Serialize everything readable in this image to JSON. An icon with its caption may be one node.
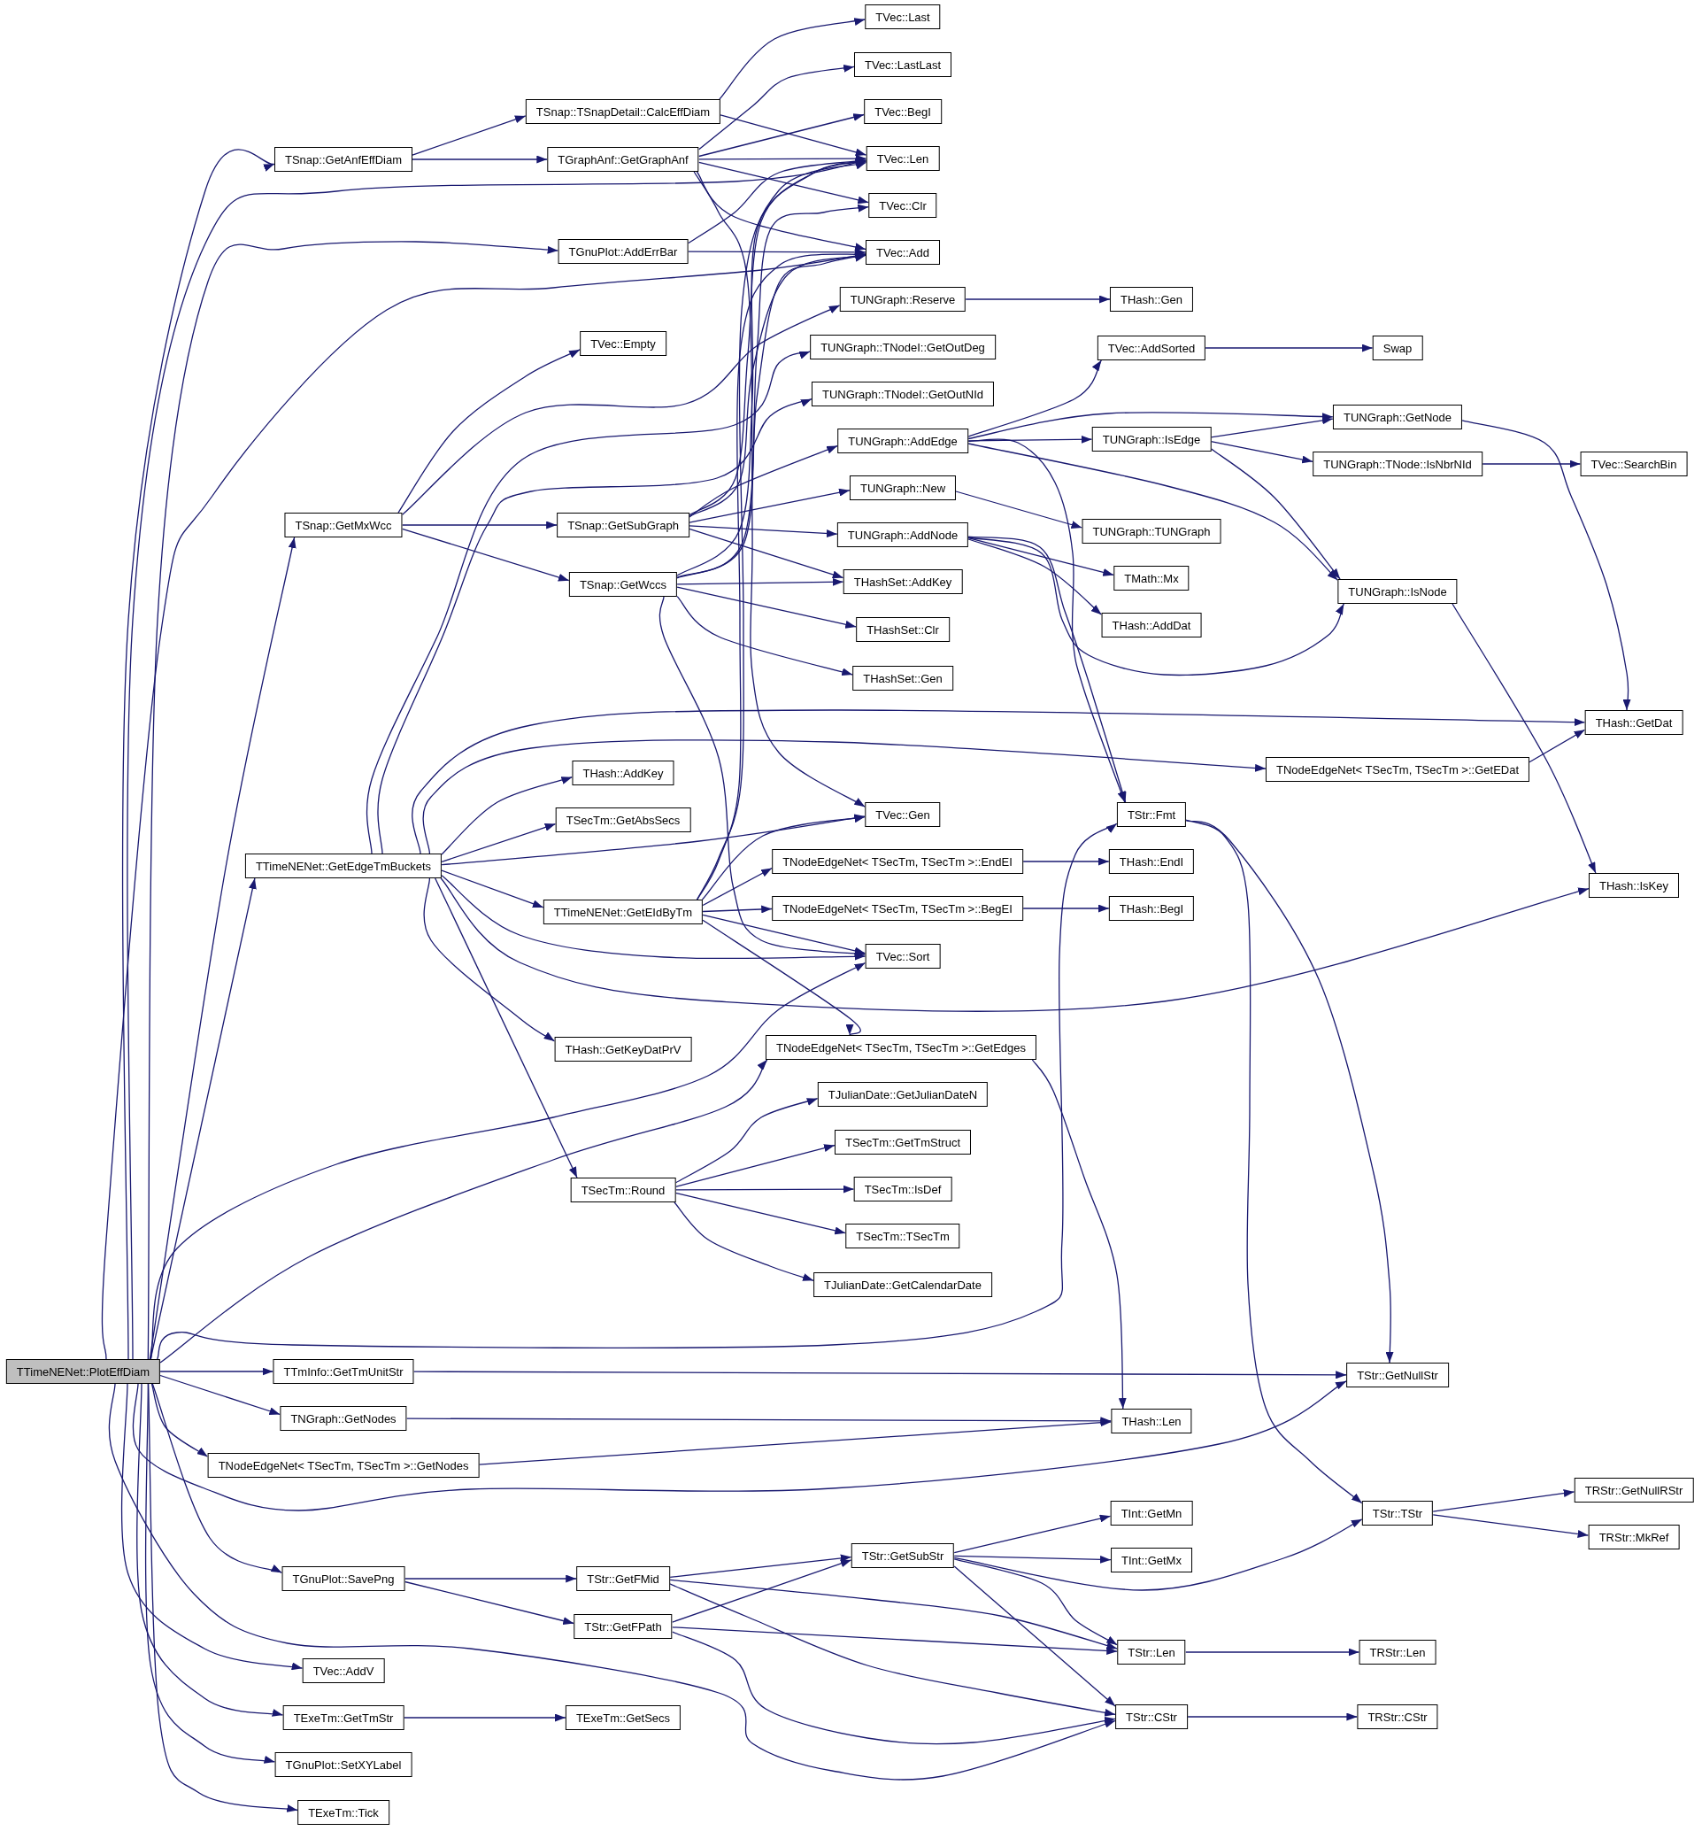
{
  "diagram": {
    "nodes": [
      {
        "text": [
          "TTimeNENet::PlotEffDiam"
        ]
      },
      {
        "text": [
          "TSnap::GetAnfEffDiam"
        ]
      },
      {
        "text": [
          "TSnap::GetMxWcc"
        ]
      },
      {
        "text": [
          "TTimeNENet::GetEdgeTmBuckets"
        ]
      },
      {
        "text": [
          "TTmInfo::GetTmUnitStr"
        ]
      },
      {
        "text": [
          "TNGraph::GetNodes"
        ]
      },
      {
        "text": [
          "TNodeEdgeNet< TSecTm, TSecTm >::GetNodes"
        ]
      },
      {
        "text": [
          "TGnuPlot::SavePng"
        ]
      },
      {
        "text": [
          "TVec::AddV"
        ]
      },
      {
        "text": [
          "TExeTm::GetTmStr"
        ]
      },
      {
        "text": [
          "TGnuPlot::SetXYLabel"
        ]
      },
      {
        "text": [
          "TExeTm::Tick"
        ]
      },
      {
        "text": [
          "TSnap::TSnapDetail::CalcEffDiam"
        ]
      },
      {
        "text": [
          "TGraphAnf::GetGraphAnf"
        ]
      },
      {
        "text": [
          "TGnuPlot::AddErrBar"
        ]
      },
      {
        "text": [
          "TVec::Empty"
        ]
      },
      {
        "text": [
          "TSnap::GetSubGraph"
        ]
      },
      {
        "text": [
          "TSnap::GetWccs"
        ]
      },
      {
        "text": [
          "THash::AddKey"
        ]
      },
      {
        "text": [
          "TSecTm::GetAbsSecs"
        ]
      },
      {
        "text": [
          "TTimeNENet::GetEIdByTm"
        ]
      },
      {
        "text": [
          "THash::GetKeyDatPrV"
        ]
      },
      {
        "text": [
          "TSecTm::Round"
        ]
      },
      {
        "text": [
          "TStr::GetFMid"
        ]
      },
      {
        "text": [
          "TStr::GetFPath"
        ]
      },
      {
        "text": [
          "TExeTm::GetSecs"
        ]
      },
      {
        "text": [
          "TVec::Last"
        ]
      },
      {
        "text": [
          "TVec::LastLast"
        ]
      },
      {
        "text": [
          "TVec::BegI"
        ]
      },
      {
        "text": [
          "TVec::Len"
        ]
      },
      {
        "text": [
          "TVec::Clr"
        ]
      },
      {
        "text": [
          "TVec::Add"
        ]
      },
      {
        "text": [
          "TUNGraph::Reserve"
        ]
      },
      {
        "text": [
          "TUNGraph::TNodeI::GetOutDeg"
        ]
      },
      {
        "text": [
          "TUNGraph::TNodeI::GetOutNId"
        ]
      },
      {
        "text": [
          "TUNGraph::AddEdge"
        ]
      },
      {
        "text": [
          "TUNGraph::New"
        ]
      },
      {
        "text": [
          "TUNGraph::AddNode"
        ]
      },
      {
        "text": [
          "THashSet::AddKey"
        ]
      },
      {
        "text": [
          "THashSet::Clr"
        ]
      },
      {
        "text": [
          "THashSet::Gen"
        ]
      },
      {
        "text": [
          "TVec::Gen"
        ]
      },
      {
        "text": [
          "TNodeEdgeNet< TSecTm, TSecTm >::EndEI"
        ]
      },
      {
        "text": [
          "TNodeEdgeNet< TSecTm, TSecTm >::BegEI"
        ]
      },
      {
        "text": [
          "TVec::Sort"
        ]
      },
      {
        "text": [
          "TNodeEdgeNet< TSecTm, TSecTm >::GetEdges"
        ]
      },
      {
        "text": [
          "TJulianDate::GetJulianDateN"
        ]
      },
      {
        "text": [
          "TSecTm::GetTmStruct"
        ]
      },
      {
        "text": [
          "TSecTm::IsDef"
        ]
      },
      {
        "text": [
          "TSecTm::TSecTm"
        ]
      },
      {
        "text": [
          "TJulianDate::GetCalendarDate"
        ]
      },
      {
        "text": [
          "TStr::GetSubStr"
        ]
      },
      {
        "text": [
          "THash::Gen"
        ]
      },
      {
        "text": [
          "TVec::AddSorted"
        ]
      },
      {
        "text": [
          "TUNGraph::IsEdge"
        ]
      },
      {
        "text": [
          "TUNGraph::TUNGraph"
        ]
      },
      {
        "text": [
          "TMath::Mx"
        ]
      },
      {
        "text": [
          "THash::AddDat"
        ]
      },
      {
        "text": [
          "TStr::Fmt"
        ]
      },
      {
        "text": [
          "THash::EndI"
        ]
      },
      {
        "text": [
          "THash::BegI"
        ]
      },
      {
        "text": [
          "THash::Len"
        ]
      },
      {
        "text": [
          "TInt::GetMn"
        ]
      },
      {
        "text": [
          "TInt::GetMx"
        ]
      },
      {
        "text": [
          "TStr::Len"
        ]
      },
      {
        "text": [
          "TStr::CStr"
        ]
      },
      {
        "text": [
          "Swap"
        ]
      },
      {
        "text": [
          "TUNGraph::GetNode"
        ]
      },
      {
        "text": [
          "TUNGraph::TNode::IsNbrNId"
        ]
      },
      {
        "text": [
          "TUNGraph::IsNode"
        ]
      },
      {
        "text": [
          "TNodeEdgeNet< TSecTm, TSecTm >::GetEDat"
        ]
      },
      {
        "text": [
          "TStr::GetNullStr"
        ]
      },
      {
        "text": [
          "TStr::TStr"
        ]
      },
      {
        "text": [
          "TRStr::Len"
        ]
      },
      {
        "text": [
          "TRStr::CStr"
        ]
      },
      {
        "text": [
          "TVec::SearchBin"
        ]
      },
      {
        "text": [
          "THash::GetDat"
        ]
      },
      {
        "text": [
          "THash::IsKey"
        ]
      },
      {
        "text": [
          "TRStr::GetNullRStr"
        ]
      },
      {
        "text": [
          "TRStr::MkRef"
        ]
      }
    ],
    "edges": [
      {
        "from": 0,
        "to": 1,
        "arrow": "to"
      },
      {
        "from": 0,
        "to": 29,
        "arrow": "to"
      },
      {
        "from": 0,
        "to": 14,
        "arrow": "to"
      },
      {
        "from": 0,
        "to": 31,
        "arrow": "to"
      },
      {
        "from": 0,
        "to": 2,
        "arrow": "to"
      },
      {
        "from": 0,
        "to": 3,
        "arrow": "to"
      },
      {
        "from": 0,
        "to": 44,
        "arrow": "to"
      },
      {
        "from": 0,
        "to": 45,
        "arrow": "to"
      },
      {
        "from": 0,
        "to": 58,
        "arrow": "to"
      },
      {
        "from": 0,
        "to": 4,
        "arrow": "to"
      },
      {
        "from": 0,
        "to": 5,
        "arrow": "to"
      },
      {
        "from": 0,
        "to": 6,
        "arrow": "to"
      },
      {
        "from": 0,
        "to": 71,
        "arrow": "to"
      },
      {
        "from": 0,
        "to": 7,
        "arrow": "to"
      },
      {
        "from": 0,
        "to": 65,
        "arrow": "to"
      },
      {
        "from": 0,
        "to": 8,
        "arrow": "to"
      },
      {
        "from": 0,
        "to": 9,
        "arrow": "to"
      },
      {
        "from": 0,
        "to": 10,
        "arrow": "to"
      },
      {
        "from": 0,
        "to": 11,
        "arrow": "to"
      },
      {
        "from": 1,
        "to": 12,
        "arrow": "to"
      },
      {
        "from": 1,
        "to": 13,
        "arrow": "to"
      },
      {
        "from": 2,
        "to": 15,
        "arrow": "to"
      },
      {
        "from": 2,
        "to": 32,
        "arrow": "to"
      },
      {
        "from": 2,
        "to": 16,
        "arrow": "to"
      },
      {
        "from": 2,
        "to": 17,
        "arrow": "to"
      },
      {
        "from": 3,
        "to": 33,
        "arrow": "to"
      },
      {
        "from": 3,
        "to": 34,
        "arrow": "to"
      },
      {
        "from": 3,
        "to": 76,
        "arrow": "to"
      },
      {
        "from": 3,
        "to": 70,
        "arrow": "to"
      },
      {
        "from": 3,
        "to": 18,
        "arrow": "to"
      },
      {
        "from": 3,
        "to": 19,
        "arrow": "to"
      },
      {
        "from": 3,
        "to": 41,
        "arrow": "to"
      },
      {
        "from": 3,
        "to": 20,
        "arrow": "to"
      },
      {
        "from": 3,
        "to": 44,
        "arrow": "to"
      },
      {
        "from": 3,
        "to": 77,
        "arrow": "to"
      },
      {
        "from": 3,
        "to": 21,
        "arrow": "to"
      },
      {
        "from": 3,
        "to": 22,
        "arrow": "to"
      },
      {
        "from": 4,
        "to": 71,
        "arrow": "to"
      },
      {
        "from": 5,
        "to": 61,
        "arrow": "to"
      },
      {
        "from": 6,
        "to": 61,
        "arrow": "to"
      },
      {
        "from": 7,
        "to": 23,
        "arrow": "to"
      },
      {
        "from": 7,
        "to": 24,
        "arrow": "to"
      },
      {
        "from": 9,
        "to": 25,
        "arrow": "to"
      },
      {
        "from": 12,
        "to": 26,
        "arrow": "to"
      },
      {
        "from": 12,
        "to": 29,
        "arrow": "to"
      },
      {
        "from": 13,
        "to": 27,
        "arrow": "to"
      },
      {
        "from": 13,
        "to": 28,
        "arrow": "to"
      },
      {
        "from": 13,
        "to": 29,
        "arrow": "to"
      },
      {
        "from": 13,
        "to": 30,
        "arrow": "to"
      },
      {
        "from": 13,
        "to": 31,
        "arrow": "to"
      },
      {
        "from": 13,
        "to": 41,
        "arrow": "to"
      },
      {
        "from": 14,
        "to": 29,
        "arrow": "to"
      },
      {
        "from": 14,
        "to": 31,
        "arrow": "to"
      },
      {
        "from": 16,
        "to": 29,
        "arrow": "to"
      },
      {
        "from": 16,
        "to": 31,
        "arrow": "to"
      },
      {
        "from": 16,
        "to": 35,
        "arrow": "to"
      },
      {
        "from": 16,
        "to": 36,
        "arrow": "to"
      },
      {
        "from": 16,
        "to": 37,
        "arrow": "to"
      },
      {
        "from": 16,
        "to": 38,
        "arrow": "to"
      },
      {
        "from": 17,
        "to": 29,
        "arrow": "to"
      },
      {
        "from": 17,
        "to": 30,
        "arrow": "to"
      },
      {
        "from": 17,
        "to": 31,
        "arrow": "to"
      },
      {
        "from": 17,
        "to": 38,
        "arrow": "to"
      },
      {
        "from": 17,
        "to": 39,
        "arrow": "to"
      },
      {
        "from": 17,
        "to": 40,
        "arrow": "to"
      },
      {
        "from": 17,
        "to": 44,
        "arrow": "to"
      },
      {
        "from": 20,
        "to": 29,
        "arrow": "to"
      },
      {
        "from": 20,
        "to": 31,
        "arrow": "to"
      },
      {
        "from": 20,
        "to": 41,
        "arrow": "to"
      },
      {
        "from": 20,
        "to": 42,
        "arrow": "to"
      },
      {
        "from": 20,
        "to": 43,
        "arrow": "to"
      },
      {
        "from": 20,
        "to": 44,
        "arrow": "to"
      },
      {
        "from": 20,
        "to": 45,
        "arrow": "to"
      },
      {
        "from": 22,
        "to": 46,
        "arrow": "to"
      },
      {
        "from": 22,
        "to": 47,
        "arrow": "to"
      },
      {
        "from": 22,
        "to": 48,
        "arrow": "to"
      },
      {
        "from": 22,
        "to": 49,
        "arrow": "to"
      },
      {
        "from": 22,
        "to": 50,
        "arrow": "to"
      },
      {
        "from": 23,
        "to": 51,
        "arrow": "to"
      },
      {
        "from": 23,
        "to": 64,
        "arrow": "to"
      },
      {
        "from": 23,
        "to": 65,
        "arrow": "to"
      },
      {
        "from": 24,
        "to": 51,
        "arrow": "to"
      },
      {
        "from": 24,
        "to": 64,
        "arrow": "to"
      },
      {
        "from": 24,
        "to": 65,
        "arrow": "to"
      },
      {
        "from": 32,
        "to": 52,
        "arrow": "to"
      },
      {
        "from": 35,
        "to": 53,
        "arrow": "to"
      },
      {
        "from": 35,
        "to": 67,
        "arrow": "to"
      },
      {
        "from": 35,
        "to": 54,
        "arrow": "to"
      },
      {
        "from": 35,
        "to": 69,
        "arrow": "to"
      },
      {
        "from": 35,
        "to": 58,
        "arrow": "to"
      },
      {
        "from": 36,
        "to": 55,
        "arrow": "to"
      },
      {
        "from": 37,
        "to": 56,
        "arrow": "to"
      },
      {
        "from": 37,
        "to": 57,
        "arrow": "to"
      },
      {
        "from": 37,
        "to": 69,
        "arrow": "to"
      },
      {
        "from": 37,
        "to": 58,
        "arrow": "to"
      },
      {
        "from": 42,
        "to": 59,
        "arrow": "to"
      },
      {
        "from": 43,
        "to": 60,
        "arrow": "to"
      },
      {
        "from": 45,
        "to": 61,
        "arrow": "to"
      },
      {
        "from": 51,
        "to": 62,
        "arrow": "to"
      },
      {
        "from": 51,
        "to": 63,
        "arrow": "to"
      },
      {
        "from": 51,
        "to": 64,
        "arrow": "to"
      },
      {
        "from": 51,
        "to": 65,
        "arrow": "to"
      },
      {
        "from": 51,
        "to": 72,
        "arrow": "to"
      },
      {
        "from": 53,
        "to": 66,
        "arrow": "to"
      },
      {
        "from": 54,
        "to": 67,
        "arrow": "to"
      },
      {
        "from": 54,
        "to": 68,
        "arrow": "to"
      },
      {
        "from": 54,
        "to": 69,
        "arrow": "to"
      },
      {
        "from": 58,
        "to": 71,
        "arrow": "to"
      },
      {
        "from": 58,
        "to": 72,
        "arrow": "to"
      },
      {
        "from": 64,
        "to": 73,
        "arrow": "to"
      },
      {
        "from": 65,
        "to": 74,
        "arrow": "to"
      },
      {
        "from": 67,
        "to": 76,
        "arrow": "to"
      },
      {
        "from": 68,
        "to": 75,
        "arrow": "to"
      },
      {
        "from": 69,
        "to": 77,
        "arrow": "to"
      },
      {
        "from": 70,
        "to": 76,
        "arrow": "to"
      },
      {
        "from": 72,
        "to": 78,
        "arrow": "to"
      },
      {
        "from": 72,
        "to": 79,
        "arrow": "to"
      }
    ]
  }
}
